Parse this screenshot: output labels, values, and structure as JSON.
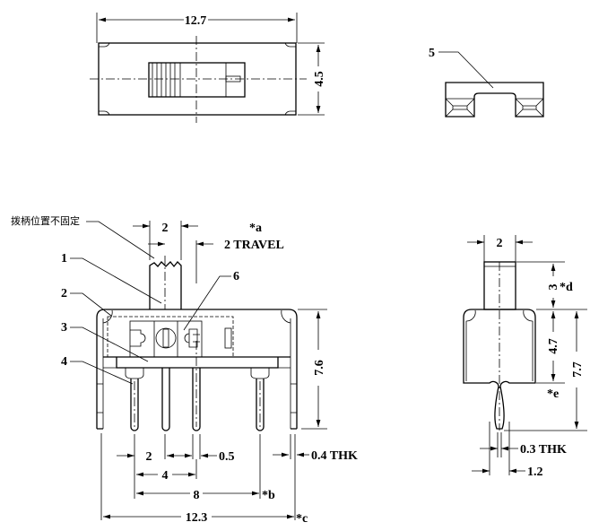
{
  "top_view": {
    "width_dim": "12.7",
    "height_dim": "4.5"
  },
  "end_view": {
    "part_label": "5"
  },
  "front_view": {
    "note_cn": "拨柄位置不固定",
    "labels": [
      "1",
      "2",
      "3",
      "4",
      "6"
    ],
    "actuator_width": "2",
    "note_a": "*a",
    "travel": "2 TRAVEL",
    "height_dim": "7.6",
    "pitch_2": "2",
    "pin_width": "0.5",
    "pitch_4": "4",
    "pitch_8": "8",
    "note_b": "*b",
    "overall": "12.3",
    "note_c": "*c",
    "thk": "0.4 THK"
  },
  "side_view": {
    "actuator_width": "2",
    "actuator_height": "3",
    "note_d": "*d",
    "body_height": "4.7",
    "total_height": "7.7",
    "note_e": "*e",
    "thk": "0.3 THK",
    "pin_width": "1.2"
  }
}
